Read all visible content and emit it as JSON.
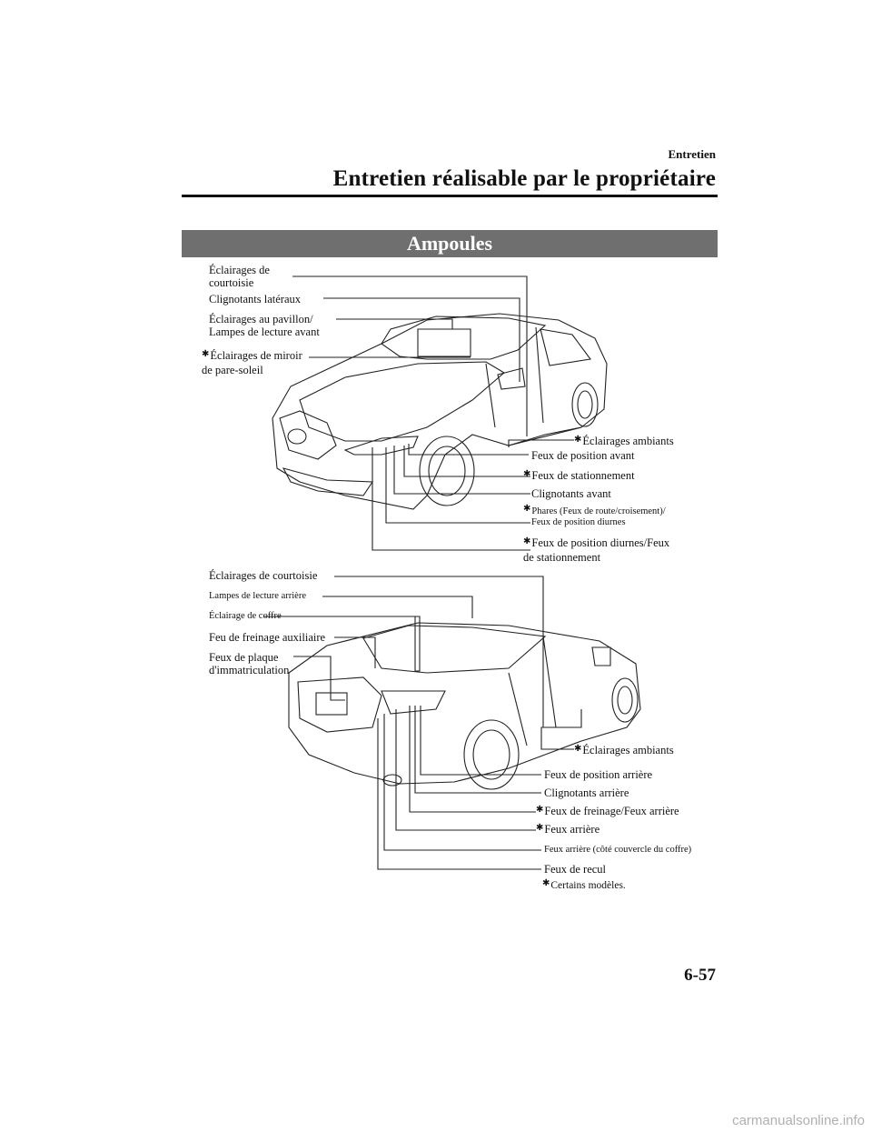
{
  "header": {
    "section": "Entretien",
    "chapter": "Entretien réalisable par le propriétaire"
  },
  "banner": {
    "title": "Ampoules"
  },
  "front_labels": {
    "courtesy": "Éclairages de\ncourtoisie",
    "side_turn": "Clignotants latéraux",
    "overhead": "Éclairages au pavillon/\nLampes de lecture avant",
    "vanity": "Éclairages de miroir\nde pare-soleil",
    "ambient": "Éclairages ambiants",
    "front_position": "Feux de position avant",
    "parking": "Feux de stationnement",
    "front_turn": "Clignotants avant",
    "headlights_line1": "Phares (Feux de route/croisement)/",
    "headlights_line2": "Feux de position diurnes",
    "drl_parking": "Feux de position diurnes/Feux\nde stationnement"
  },
  "rear_labels": {
    "courtesy": "Éclairages de courtoisie",
    "rear_reading": "Lampes de lecture arrière",
    "trunk": "Éclairage de coffre",
    "high_brake": "Feu de freinage auxiliaire",
    "license": "Feux de plaque\nd'immatriculation",
    "ambient": "Éclairages ambiants",
    "rear_position": "Feux de position arrière",
    "rear_turn": "Clignotants arrière",
    "brake_tail": "Feux de freinage/Feux arrière",
    "tail": "Feux arrière",
    "tail_lid": "Feux arrière (côté couvercle du coffre)",
    "reverse": "Feux de recul"
  },
  "footnote": "Certains modèles.",
  "star_symbol": "✱",
  "page_number": "6-57",
  "watermark": "carmanualsonline.info"
}
